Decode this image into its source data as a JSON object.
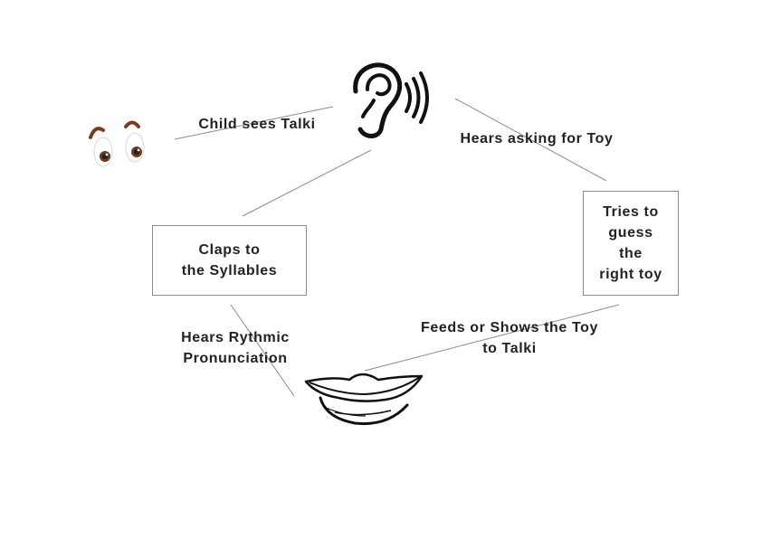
{
  "edge_labels": {
    "child_sees": "Child sees Talki",
    "hears_asking": "Hears asking for Toy",
    "feeds_shows": "Feeds or Shows the Toy\nto Talki",
    "hears_rhythmic": "Hears Rythmic\nPronunciation"
  },
  "boxes": {
    "claps": "Claps to\nthe Syllables",
    "tries": "Tries to\nguess\nthe\nright toy"
  },
  "icons": {
    "eyes": "eyes-icon",
    "ear": "ear-icon",
    "mouth": "mouth-icon"
  },
  "colors": {
    "edge": "#8c8c8c",
    "iris": "#6b3a1f",
    "eyebrow": "#7a3b1c",
    "text": "#222222"
  }
}
